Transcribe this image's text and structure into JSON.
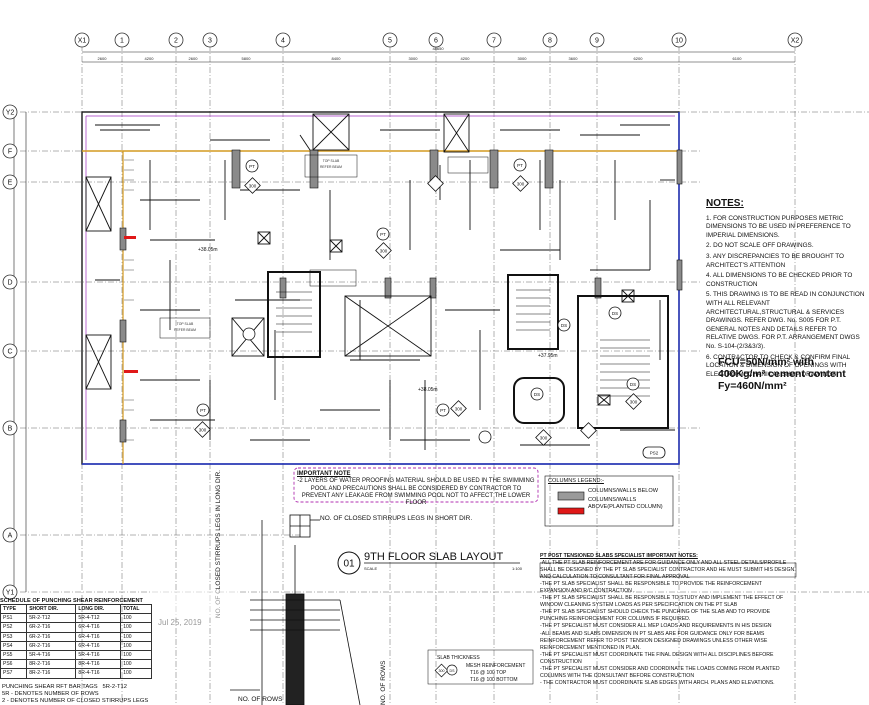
{
  "drawing": {
    "title": "9TH FLOOR SLAB LAYOUT",
    "title_number": "01",
    "scale_label": "SCALE",
    "scale_value": "1:100",
    "date_stamp": "Jul 25, 2019"
  },
  "grid": {
    "columns": [
      "X1",
      "1",
      "2",
      "3",
      "4",
      "5",
      "6",
      "7",
      "8",
      "9",
      "10",
      "X2"
    ],
    "rows": [
      "Y2",
      "F",
      "E",
      "D",
      "C",
      "B",
      "A",
      "Y1"
    ]
  },
  "notes": {
    "header": "NOTES:",
    "items": [
      "1. FOR CONSTRUCTION PURPOSES METRIC DIMENSIONS TO BE USED IN PREFERENCE TO IMPERIAL DIMENSIONS.",
      "2. DO NOT SCALE OFF DRAWINGS.",
      "3. ANY DISCREPANCIES TO BE BROUGHT TO ARCHITECT'S ATTENTION",
      "4. ALL DIMENSIONS TO BE CHECKED PRIOR TO CONSTRUCTION",
      "5. THIS DRAWING IS TO BE READ IN CONJUNCTION WITH ALL RELEVANT ARCHITECTURAL,STRUCTURAL & SERVICES DRAWINGS. REFER DWG. No. S005 FOR P.T. GENERAL NOTES AND DETAILS REFER TO RELATIVE DWGS. FOR P.T. ARRANGEMENT DWGS No. S-104-(2/3&3/3).",
      "6. CONTRACTOR TO CHECK & CONFIRM FINAL LOCATION & DIMENSION OF OPENINGS WITH ELECTRO-MECHANICAL SHOP DRAWINGS."
    ]
  },
  "spec": {
    "line1": "FCU=50N/mm² with",
    "line2": "400Kg/m³ cement content",
    "line3": "Fy=460N/mm²"
  },
  "important_note": {
    "title": "IMPORTANT NOTE",
    "text": "-2 LAYERS OF WATER PROOFING MATERIAL SHOULD BE USED IN THE SWIMMING POOL AND PRECAUTIONS SHALL BE CONSIDERED BY CONTRACTOR TO PREVENT ANY LEAKAGE FROM SWIMMING POOL NOT TO AFFECT THE LOWER FLOOR"
  },
  "legend": {
    "title": "COLUMNS LEGEND:-",
    "below": "COLUMNS/WALLS BELOW",
    "above": "COLUMNS/WALLS ABOVE(PLANTED COLUMN)",
    "below_color": "#9a9a9a",
    "above_color": "#e01818"
  },
  "pt_notes": {
    "title": "PT POST TENSIONED SLABS SPECIALIST IMPORTANT NOTES:",
    "items": [
      "-ALL THE PT SLAB REINFORCEMENT ARE FOR GUIDANCE ONLY AND ALL STEEL DETAILS/PROFILE SHALL BE DESIGNED BY THE PT SLAB SPECIALIST CONTRACTOR AND HE MUST SUBMIT HIS DESIGN AND CALCULATION TO CONSULTANT FOR FINAL APPROVAL",
      "-THE PT SLAB SPECIALIST SHALL BE RESPONSIBLE TO PROVIDE THE REINFORCEMENT",
      "EXPANSION AND R/C CONTRACTION .",
      "-THE PT SLAB SPECIALIST SHALL BE RESPONSIBLE TO STUDY AND IMPLEMENT THE EFFECT OF WINDOW CLEANING SYSTEM LOADS AS PER SPECIFICATION ON THE PT SLAB",
      "-THE PT SLAB SPECIALIST SHOULD CHECK THE PUNCHING OF THE SLAB AND TO PROVIDE PUNCHING REINFORCEMENT FOR COLUMNS IF REQUIRED.",
      "-THE PT SPECIALIST MUST CONSIDER ALL MEP LOADS AND REQUIREMENTS IN HIS DESIGN",
      "-ALL BEAMS AND SLABS DIMENSION IN PT SLABS ARE FOR GUIDANCE ONLY FOR BEAMS REINFORCEMENT REFER TO POST TENSION DESIGNED DRAWINGS UNLESS OTHER WISE REINFORCEMENT MENTIONED IN PLAN.",
      "-THE PT SPECIALIST MUST COORDINATE THE FINAL DESIGN WITH ALL DISCIPLINES BEFORE CONSTRUCTION",
      "-THE PT SPECIALIST MUST CONSIDER AND COORDINATE THE LOADS COMING FROM PLANTED COLUMNS WITH THE CONSULTANT BEFORE CONSTRUCTION",
      "- THE CONTRACTOR MUST COORDINATE SLAB EDGES WITH ARCH. PLANS AND ELEVATIONS."
    ]
  },
  "slab_thickness": {
    "title": "SLAB THICKNESS",
    "value": "300",
    "tag": "DS",
    "mesh_title": "MESH REINFORCEMENT",
    "mesh_top": "T16 @ 100 TOP",
    "mesh_bottom": "T16 @ 100 BOTTOM"
  },
  "stirrups": {
    "short_dir": "NO. OF CLOSED STIRRUPS LEGS IN SHORT DIR.",
    "long_dir": "NO. OF CLOSED STIRRUPS LEGS IN LONG DIR.",
    "rows": "NO. OF ROWS"
  },
  "schedule": {
    "title": "SCHEDULE OF PUNCHING SHEAR REINFORCEMENT",
    "headers": [
      "TYPE",
      "SHORT DIR.",
      "LONG DIR.",
      "TOTAL"
    ],
    "rows": [
      [
        "PS1",
        "5R-2-T12",
        "5R-4-T12",
        "100"
      ],
      [
        "PS2",
        "6R-2-T16",
        "6R-4-T16",
        "100"
      ],
      [
        "PS3",
        "6R-2-T16",
        "6R-4-T16",
        "100"
      ],
      [
        "PS4",
        "6R-2-T16",
        "6R-4-T16",
        "100"
      ],
      [
        "PS5",
        "5R-4-T16",
        "5R-4-T16",
        "100"
      ],
      [
        "PS6",
        "8R-2-T16",
        "8R-4-T16",
        "100"
      ],
      [
        "PS7",
        "8R-2-T16",
        "8R-4-T16",
        "100"
      ]
    ]
  },
  "tags": {
    "title": "PUNCHING SHEAR RFT BAR TAGS",
    "example": "5R-2-T12",
    "line1": "5R - DENOTES NUMBER OF ROWS",
    "line2": "2 - DENOTES NUMBER OF CLOSED STIRRUPS LEGS"
  },
  "labels": {
    "slab_level_1": "+38.05m",
    "slab_level_2": "+38.05m",
    "slab_level_3": "+37.95m",
    "pt": "PT",
    "ds": "DS",
    "ps2": "PS2",
    "thk": "300"
  }
}
